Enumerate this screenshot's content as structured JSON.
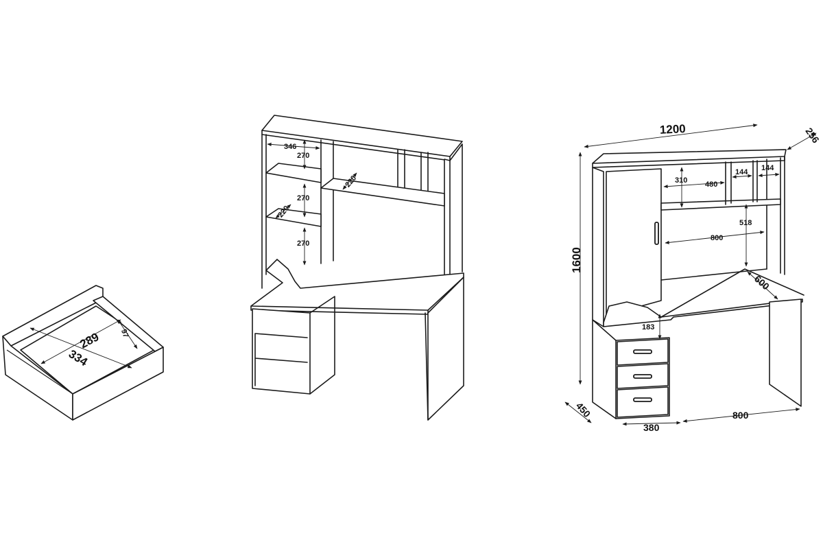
{
  "drawer": {
    "labels": {
      "inner_width": "289",
      "depth": "334",
      "height": "97"
    }
  },
  "desk_view_1": {
    "labels": {
      "shelf_width": "346",
      "shelf_h1": "270",
      "shelf_h2": "270",
      "shelf_h3": "270",
      "shelf_depth_a": "220",
      "shelf_depth_b": "220"
    }
  },
  "desk_view_2": {
    "labels": {
      "width": "1200",
      "top_depth": "256",
      "height": "1600",
      "opening_h": "310",
      "opening_w": "480",
      "cell_w1": "144",
      "cell_w2": "144",
      "clearance": "518",
      "shelf_w": "800",
      "desk_depth": "600",
      "drawer_gap": "183",
      "base_depth": "450",
      "pedestal_w": "380",
      "leg_span": "800"
    }
  },
  "colors": {
    "line": "#1a1a1a",
    "background": "#ffffff"
  }
}
